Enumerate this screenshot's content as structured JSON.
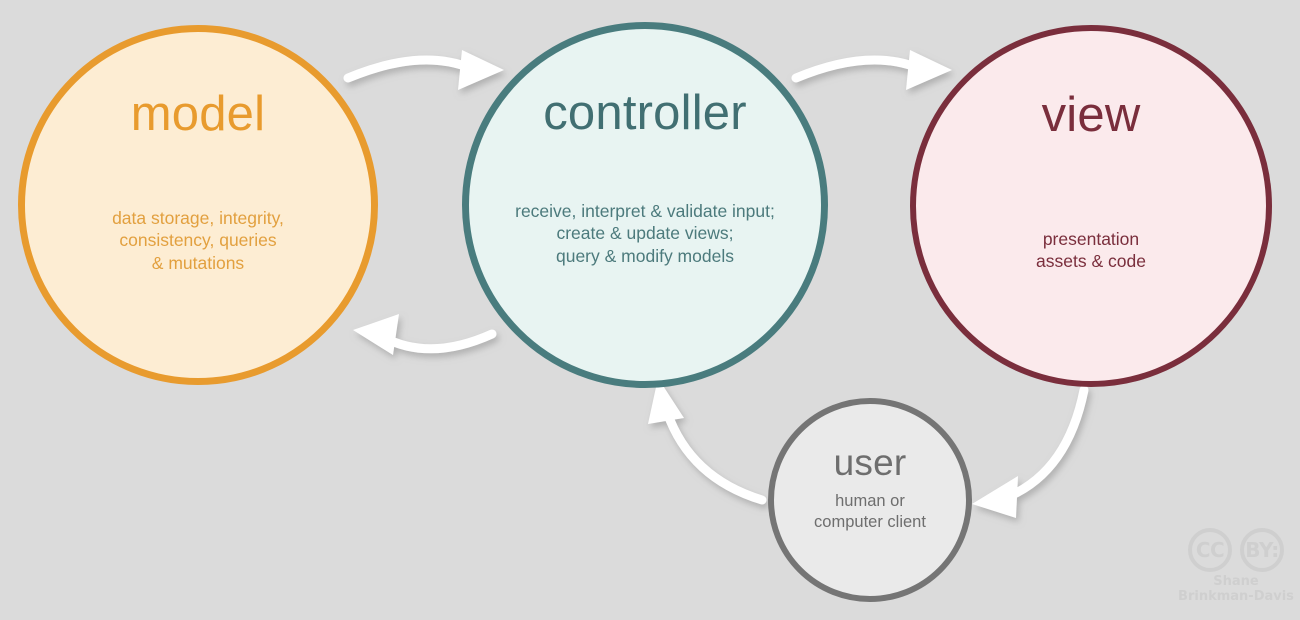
{
  "diagram": {
    "type": "mvc-cycle",
    "background_color": "#dbdbdb",
    "nodes": [
      {
        "id": "model",
        "title": "model",
        "description": "data storage, integrity,\nconsistency, queries\n& mutations",
        "fill_color": "#fdedd3",
        "border_color": "#e89b2e",
        "text_color": "#e89b2e"
      },
      {
        "id": "controller",
        "title": "controller",
        "description": "receive, interpret & validate input;\ncreate & update views;\nquery & modify models",
        "fill_color": "#e8f4f2",
        "border_color": "#497c7e",
        "text_color": "#416f72"
      },
      {
        "id": "view",
        "title": "view",
        "description": "presentation\nassets & code",
        "fill_color": "#fbeaec",
        "border_color": "#7a2e3c",
        "text_color": "#7a2e3c"
      },
      {
        "id": "user",
        "title": "user",
        "description": "human or\ncomputer client",
        "fill_color": "#eaeaea",
        "border_color": "#757575",
        "text_color": "#6e6e6e"
      }
    ],
    "arrows": [
      {
        "id": "model-to-controller",
        "from": "model",
        "to": "controller",
        "color": "#ffffff"
      },
      {
        "id": "controller-to-model",
        "from": "controller",
        "to": "model",
        "color": "#ffffff"
      },
      {
        "id": "controller-to-view",
        "from": "controller",
        "to": "view",
        "color": "#ffffff"
      },
      {
        "id": "view-to-user",
        "from": "view",
        "to": "user",
        "color": "#ffffff"
      },
      {
        "id": "user-to-controller",
        "from": "user",
        "to": "controller",
        "color": "#ffffff"
      }
    ]
  },
  "watermark": {
    "cc_label": "CC",
    "by_label": "BY:",
    "author": "Shane\nBrinkman-Davis",
    "color": "#cfcfcf"
  }
}
